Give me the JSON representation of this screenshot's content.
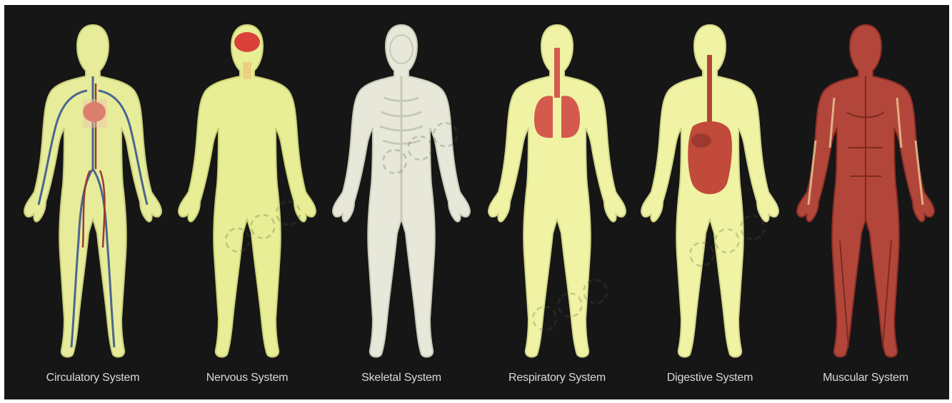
{
  "figures": [
    {
      "label": "Circulatory System",
      "skin": "#e6ec9a",
      "outline": "#c9cf7a",
      "head": "#e6ec9a",
      "overlay": "circulatory",
      "accent": "#c94a3b"
    },
    {
      "label": "Nervous System",
      "skin": "#e7ee96",
      "outline": "#cbd275",
      "head": "#e7ee96",
      "overlay": "nervous",
      "accent": "#d9413a"
    },
    {
      "label": "Skeletal System",
      "skin": "#e7e8da",
      "outline": "#c9cab8",
      "head": "#e7e8da",
      "overlay": "skeletal",
      "accent": "#d6d6c8"
    },
    {
      "label": "Respiratory System",
      "skin": "#f0f3a4",
      "outline": "#d2d68a",
      "head": "#f0f3a4",
      "overlay": "respiratory",
      "accent": "#d45a4e"
    },
    {
      "label": "Digestive System",
      "skin": "#f0f3a4",
      "outline": "#d2d68a",
      "head": "#f0f3a4",
      "overlay": "digestive",
      "accent": "#c24a3b"
    },
    {
      "label": "Muscular System",
      "skin": "#b3463a",
      "outline": "#8e2f27",
      "head": "#b3463a",
      "overlay": "muscular",
      "accent": "#e8cc96"
    }
  ]
}
